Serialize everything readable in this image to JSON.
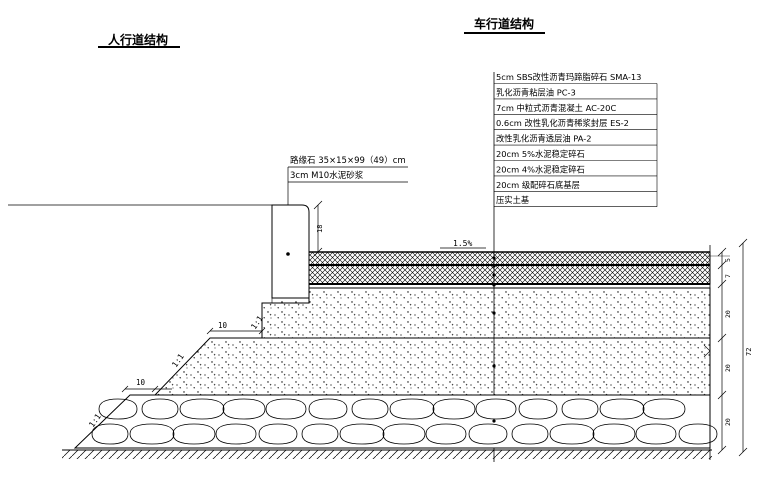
{
  "titles": {
    "sidewalk": "人行道结构",
    "roadway": "车行道结构"
  },
  "roadway_layers": [
    "5cm SBS改性沥青玛蹄脂碎石 SMA-13",
    "乳化沥青粘层油 PC-3",
    "7cm  中粒式沥青混凝土 AC-20C",
    "0.6cm 改性乳化沥青稀浆封层 ES-2",
    "改性乳化沥青透层油 PA-2",
    "20cm 5%水泥稳定碎石",
    "20cm 4%水泥稳定碎石",
    "20cm 级配碎石底基层",
    "压实土基"
  ],
  "curb_labels": [
    "路缘石 35×15×99（49）cm",
    "3cm M10水泥砂浆"
  ],
  "dims": {
    "curb_height": "18",
    "slope_pct": "1.5%",
    "step_upper": "10",
    "step_lower": "10",
    "slope_a": "1:1",
    "slope_b": "1:1",
    "slope_c": "1:1",
    "right_5": "5",
    "right_7": "7",
    "right_20a": "20",
    "right_20b": "20",
    "right_20c": "20",
    "total": "72"
  }
}
